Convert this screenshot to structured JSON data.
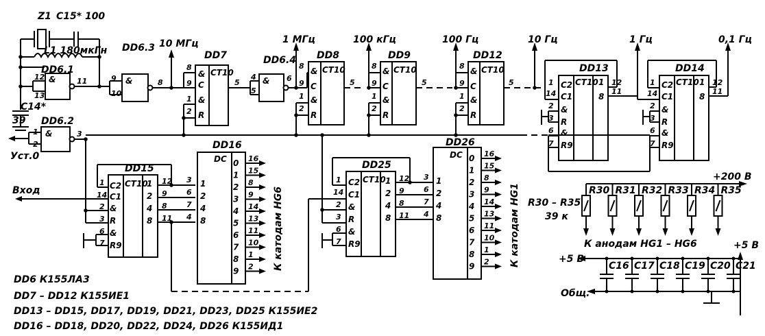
{
  "components": {
    "z1": "Z1",
    "c15": "С15* 100",
    "l1": "L1  180мкГн",
    "c14": "С14*",
    "c14v": "39",
    "dd6_1": "DD6.1",
    "dd6_2": "DD6.2",
    "dd6_3": "DD6.3",
    "dd6_4": "DD6.4",
    "dd7": "DD7",
    "dd8": "DD8",
    "dd9": "DD9",
    "dd12": "DD12",
    "dd13": "DD13",
    "dd14": "DD14",
    "dd15": "DD15",
    "dd16": "DD16",
    "dd25": "DD25",
    "dd26": "DD26",
    "ct10": "CT10",
    "dc": "DC",
    "amp": "&"
  },
  "freqs": {
    "f10mhz": "10 МГц",
    "f1mhz": "1 МГц",
    "f100khz": "100 кГц",
    "f100hz": "100 Гц",
    "f10hz": "10 Гц",
    "f1hz": "1 Гц",
    "f01hz": "0,1 Гц"
  },
  "signals": {
    "ust": "Уст.0",
    "vhod": "Вход",
    "cathodes6": "К катодам  HG6",
    "cathodes1": "К катодам  HG1",
    "anodes": "К анодам   HG1 – HG6",
    "plus200": "+200 В",
    "plus5a": "+5 В",
    "plus5b": "+5 В",
    "common": "Общ.",
    "rrange": "R30 – R35",
    "rval": "39 к"
  },
  "resistors": [
    "R30",
    "R31",
    "R32",
    "R33",
    "R34",
    "R35"
  ],
  "capacitors": [
    "C16",
    "C17",
    "C18",
    "C19",
    "C20",
    "C21"
  ],
  "legend": [
    "DD6   К155ЛА3",
    "DD7 – DD12   К155ИЕ1",
    "DD13 – DD15, DD17, DD19, DD21, DD23, DD25   К155ИЕ2",
    "DD16 – DD18, DD20, DD22, DD24, DD26   К155ИД1"
  ],
  "dc_outputs": {
    "left": [
      "0",
      "1",
      "2",
      "3",
      "4",
      "5",
      "6",
      "7",
      "8",
      "9"
    ],
    "right_nums": [
      "16",
      "15",
      "8",
      "9",
      "14",
      "13",
      "11",
      "10",
      "1",
      "2"
    ]
  }
}
